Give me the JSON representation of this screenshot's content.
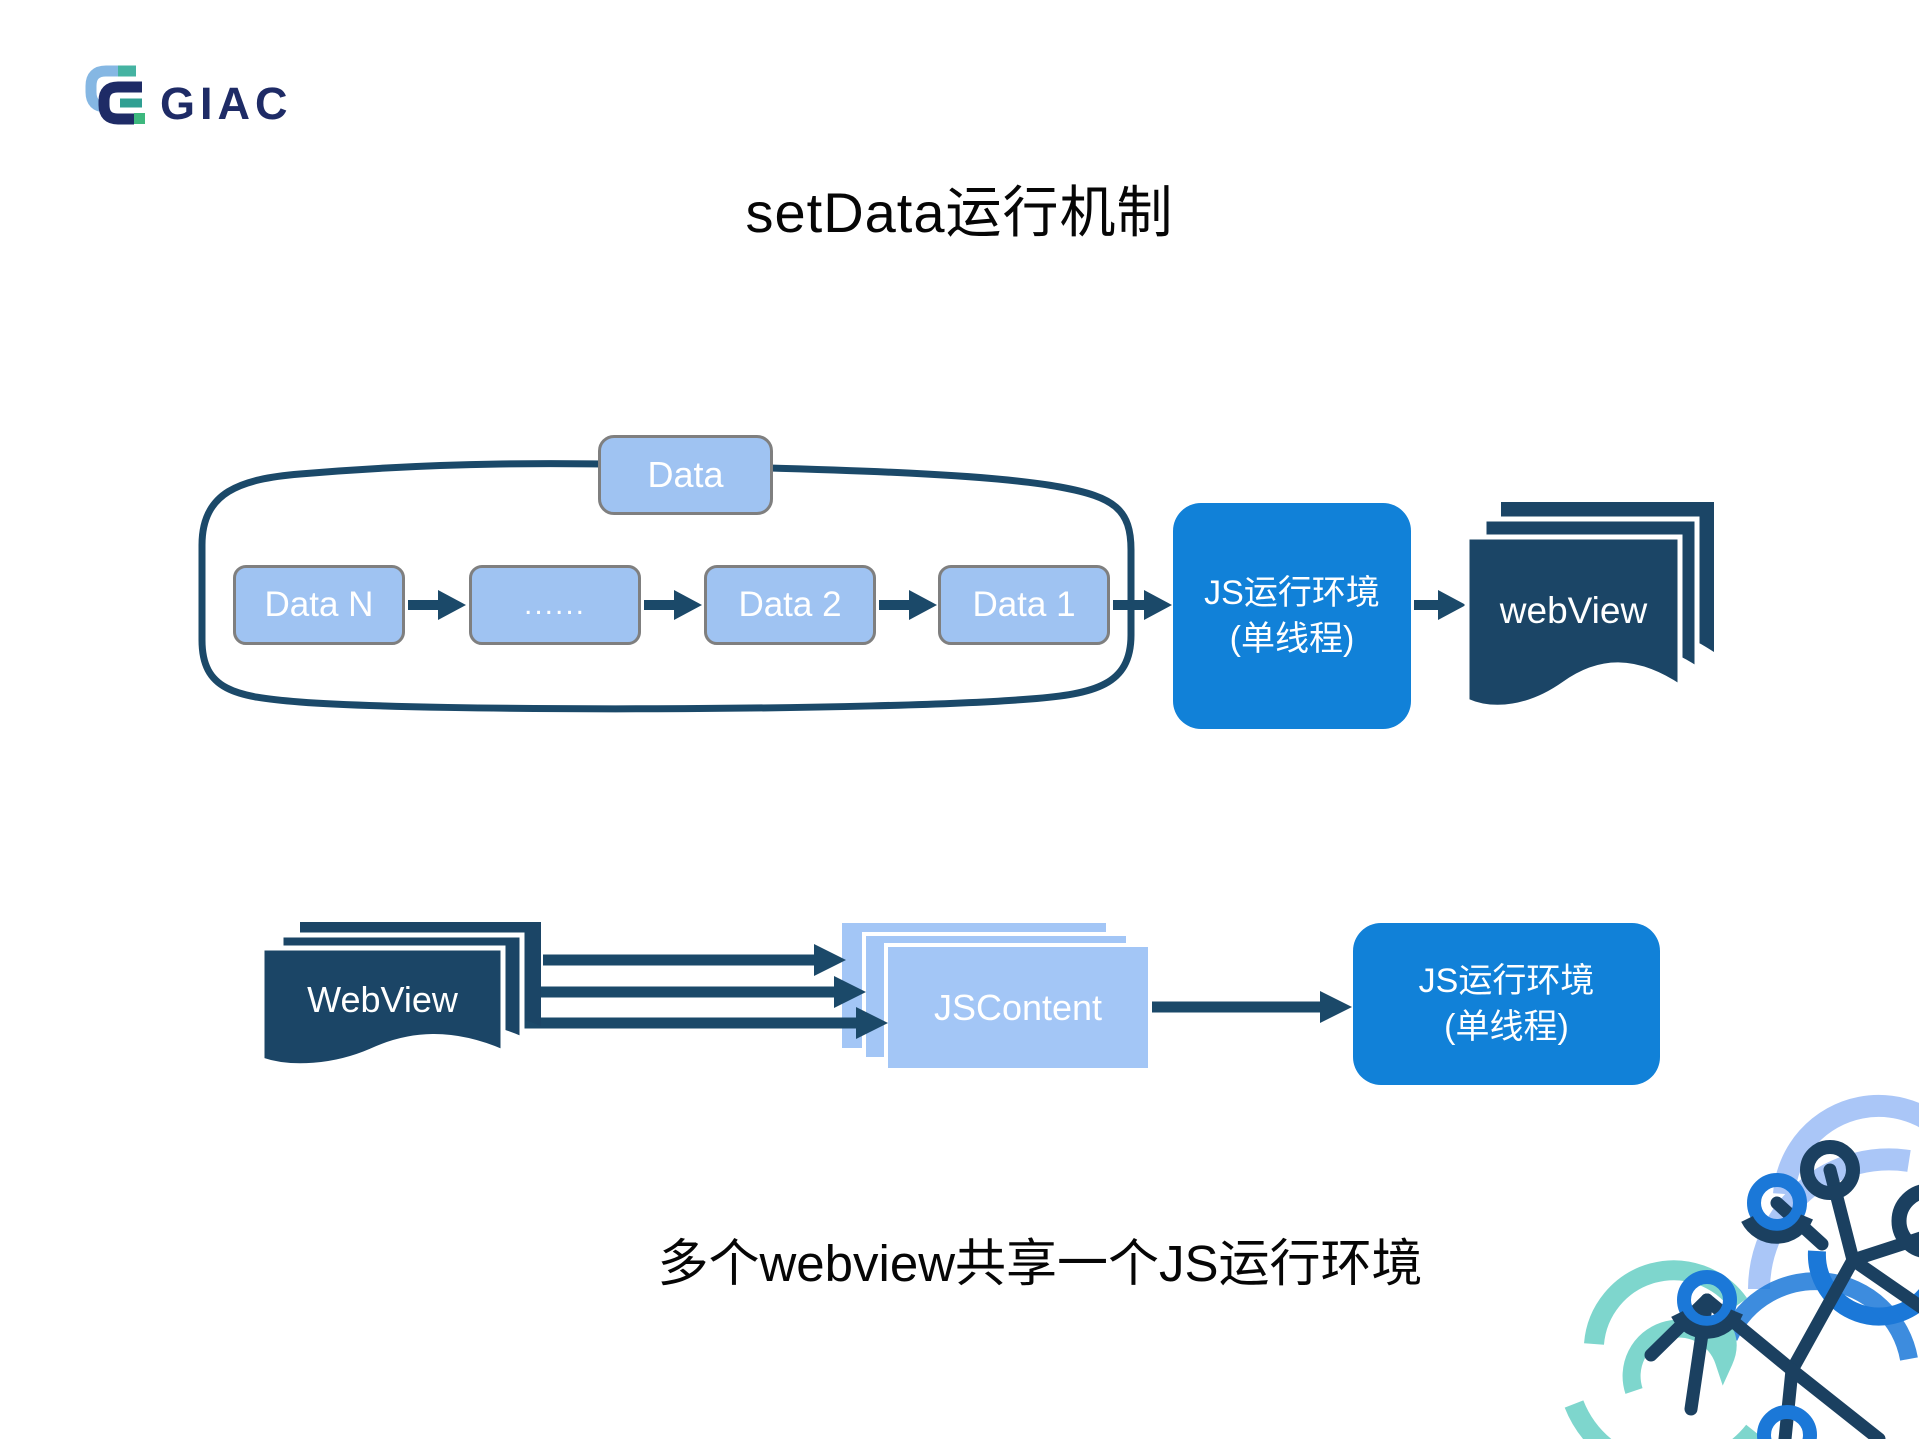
{
  "slide": {
    "logo_text": "GIAC",
    "title": "setData运行机制",
    "caption": "多个webview共享一个JS运行环境"
  },
  "flow_top": {
    "group_label": "Data",
    "queue_boxes": [
      "Data N",
      "......",
      "Data 2",
      "Data 1"
    ],
    "js_env_line1": "JS运行环境",
    "js_env_line2": "(单线程)",
    "webview_label": "webView"
  },
  "flow_bottom": {
    "webview_label": "WebView",
    "jscontent_label": "JSContent",
    "js_env_line1": "JS运行环境",
    "js_env_line2": "(单线程)"
  },
  "colors": {
    "navy": "#1b4969",
    "doc_navy": "#1b4566",
    "bright_blue": "#1181d8",
    "light_blue": "#9fc3f2",
    "jscontent_blue": "#a3c6f6",
    "box_border_gray": "#7f7f7f",
    "logo_navy": "#1e2b66",
    "teal_accent": "#7ed6cd",
    "periwinkle_accent": "#aac6f7",
    "node_blue": "#1b78d8"
  }
}
